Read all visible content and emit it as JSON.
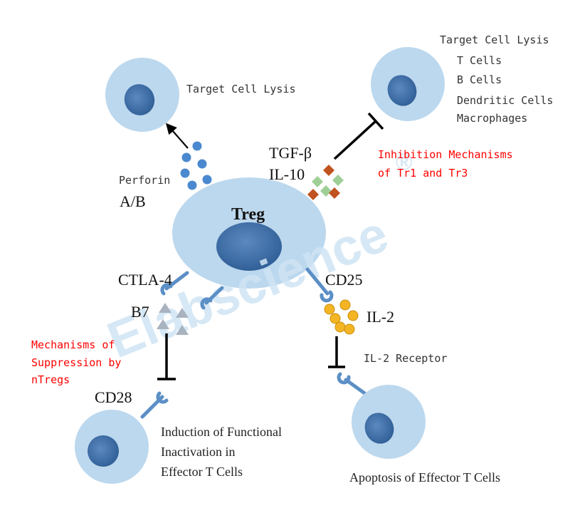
{
  "watermark": {
    "text": "Elabscience",
    "mark": "®"
  },
  "treg": {
    "label": "Treg"
  },
  "perforin": {
    "line1": "Perforin",
    "line2": "A/B"
  },
  "lysis_top_left": {
    "label": "Target Cell Lysis"
  },
  "lysis_top_right": {
    "title": "Target Cell Lysis",
    "items": [
      "T Cells",
      "B Cells",
      "Dendritic Cells",
      "Macrophages"
    ]
  },
  "tgf": {
    "label": "TGF-β"
  },
  "il10": {
    "label": "IL-10"
  },
  "tr_mechanisms": {
    "line1": "Inhibition Mechanisms",
    "line2": "of Tr1 and Tr3"
  },
  "ctla4": {
    "label": "CTLA-4"
  },
  "b7": {
    "label": "B7"
  },
  "cd25": {
    "label": "CD25"
  },
  "il2": {
    "label": "IL-2"
  },
  "il2_receptor": {
    "label": "IL-2 Receptor"
  },
  "ntreg_mechanisms": {
    "line1": "Mechanisms of",
    "line2": "Suppression by",
    "line3": "nTregs"
  },
  "cd28": {
    "label": "CD28"
  },
  "induction": {
    "line1": "Induction of Functional",
    "line2": "Inactivation in",
    "line3": "Effector T Cells"
  },
  "apoptosis": {
    "label": "Apoptosis of Effector T Cells"
  },
  "colors": {
    "cell_light": "#bcd8ee",
    "nucleus": "#3e6ea8",
    "receptor": "#5b8fc6",
    "perforin_dot": "#4a89cf",
    "il2_dot": "#f3b523",
    "green_diamond": "#9fcf97",
    "orange_diamond": "#c0531f",
    "red_text": "#ff0000",
    "watermark": "#cfe4f4"
  }
}
